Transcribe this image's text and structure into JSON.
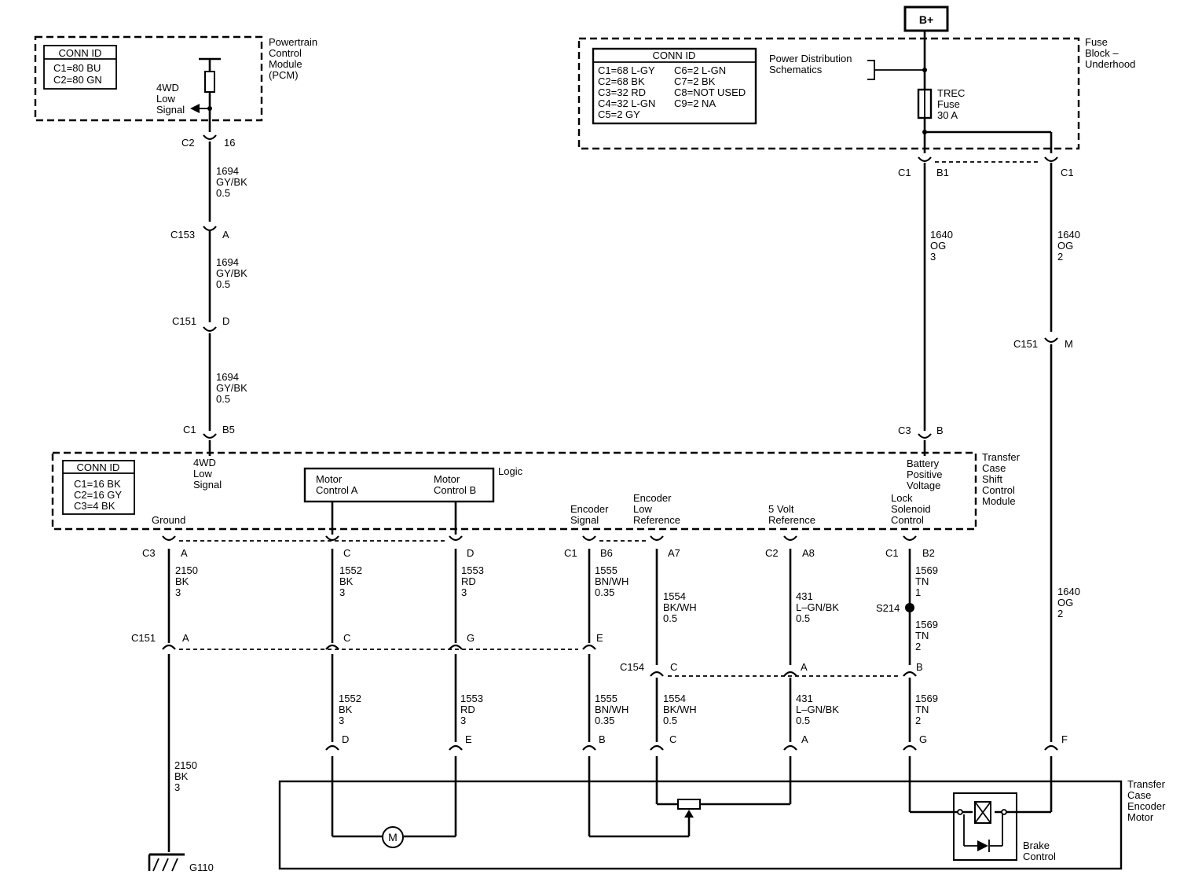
{
  "supply": {
    "label": "B+"
  },
  "pcm": {
    "title": [
      "Powertrain",
      "Control",
      "Module",
      "(PCM)"
    ],
    "conn_id": {
      "title": "CONN ID",
      "rows": [
        "C1=80 BU",
        "C2=80 GN"
      ]
    },
    "signal": [
      "4WD",
      "Low",
      "Signal"
    ]
  },
  "fuse_block": {
    "title": [
      "Fuse",
      "Block –",
      "Underhood"
    ],
    "conn_id": {
      "title": "CONN ID",
      "left": [
        "C1=68 L-GY",
        "C2=68 BK",
        "C3=32 RD",
        "C4=32 L-GN",
        "C5=2 GY"
      ],
      "right": [
        "C6=2 L-GN",
        "C7=2 BK",
        "C8=NOT USED",
        "C9=2 NA"
      ]
    },
    "power_ref": [
      "Power Distribution",
      "Schematics"
    ],
    "fuse": [
      "TREC",
      "Fuse",
      "30 A"
    ]
  },
  "tccm": {
    "title": [
      "Transfer",
      "Case",
      "Shift",
      "Control",
      "Module"
    ],
    "conn_id": {
      "title": "CONN ID",
      "rows": [
        "C1=16 BK",
        "C2=16 GY",
        "C3=4 BK"
      ]
    },
    "logic": {
      "label": "Logic",
      "left": [
        "Motor",
        "Control A"
      ],
      "right": [
        "Motor",
        "Control B"
      ]
    },
    "pins": {
      "low_signal": [
        "4WD",
        "Low",
        "Signal"
      ],
      "ground": "Ground",
      "encoder_signal": [
        "Encoder",
        "Signal"
      ],
      "encoder_low": [
        "Encoder",
        "Low",
        "Reference"
      ],
      "five_volt": [
        "5 Volt",
        "Reference"
      ],
      "lock_solenoid": [
        "Lock",
        "Solenoid",
        "Control"
      ],
      "battery": [
        "Battery",
        "Positive",
        "Voltage"
      ]
    }
  },
  "motor_module": {
    "title": [
      "Transfer",
      "Case",
      "Encoder",
      "Motor"
    ],
    "motor_symbol": "M",
    "brake": [
      "Brake",
      "Control"
    ]
  },
  "ground": {
    "label": "G110"
  },
  "splice": {
    "label": "S214"
  },
  "connectors": {
    "pcm_c2": {
      "name": "C2",
      "pin": "16"
    },
    "c153": {
      "name": "C153",
      "pin": "A"
    },
    "c151_top": {
      "name": "C151",
      "pin": "D"
    },
    "tccm_c1_b5": {
      "name": "C1",
      "pin": "B5"
    },
    "fuse_c1": {
      "name": "C1",
      "pin": "B1"
    },
    "fuse_c1_right": {
      "name": "C1"
    },
    "c151_m": {
      "name": "C151",
      "pin": "M"
    },
    "tccm_c3_b": {
      "name": "C3",
      "pin": "B"
    },
    "row1_c3": "C3",
    "row1_c1": "C1",
    "row1_c2": "C2",
    "row1_c1b": "C1",
    "row1_pins": [
      "A",
      "C",
      "D",
      "B6",
      "A7",
      "A8",
      "B2"
    ],
    "c151_row": {
      "name": "C151",
      "pins": [
        "A",
        "C",
        "G",
        "E"
      ]
    },
    "c154": {
      "name": "C154",
      "pins": [
        "C",
        "A",
        "B"
      ]
    },
    "motor_pins": [
      "D",
      "E",
      "B",
      "C",
      "A",
      "G",
      "F"
    ]
  },
  "wires": {
    "w1694_1": [
      "1694",
      "GY/BK",
      "0.5"
    ],
    "w1694_2": [
      "1694",
      "GY/BK",
      "0.5"
    ],
    "w1694_3": [
      "1694",
      "GY/BK",
      "0.5"
    ],
    "w1640_a": [
      "1640",
      "OG",
      "3"
    ],
    "w1640_b": [
      "1640",
      "OG",
      "2"
    ],
    "w1640_c": [
      "1640",
      "OG",
      "2"
    ],
    "w2150_a": [
      "2150",
      "BK",
      "3"
    ],
    "w2150_b": [
      "2150",
      "BK",
      "3"
    ],
    "w1552_a": [
      "1552",
      "BK",
      "3"
    ],
    "w1552_b": [
      "1552",
      "BK",
      "3"
    ],
    "w1553_a": [
      "1553",
      "RD",
      "3"
    ],
    "w1553_b": [
      "1553",
      "RD",
      "3"
    ],
    "w1555_a": [
      "1555",
      "BN/WH",
      "0.35"
    ],
    "w1555_b": [
      "1555",
      "BN/WH",
      "0.35"
    ],
    "w1554_a": [
      "1554",
      "BK/WH",
      "0.5"
    ],
    "w1554_b": [
      "1554",
      "BK/WH",
      "0.5"
    ],
    "w431_a": [
      "431",
      "L–GN/BK",
      "0.5"
    ],
    "w431_b": [
      "431",
      "L–GN/BK",
      "0.5"
    ],
    "w1569_a": [
      "1569",
      "TN",
      "1"
    ],
    "w1569_b": [
      "1569",
      "TN",
      "2"
    ],
    "w1569_c": [
      "1569",
      "TN",
      "2"
    ]
  }
}
